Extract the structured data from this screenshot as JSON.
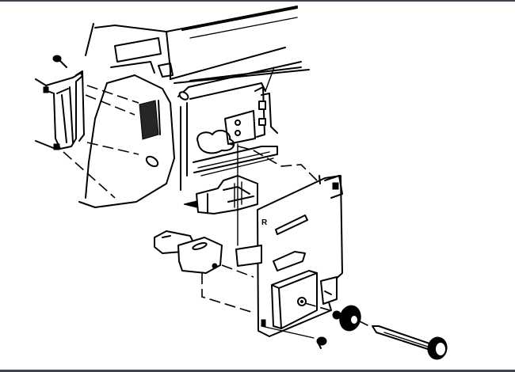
{
  "diagram": {
    "type": "exploded-view line drawing",
    "subject": "instrument panel switch / control assembly",
    "colors": {
      "line": "#000000",
      "background": "#ffffff",
      "border": "#3c4650"
    },
    "labels": {
      "plate_mark": "R"
    },
    "parts": [
      "instrument-panel-carrier",
      "side-bracket",
      "bracket-screw",
      "switch-housing",
      "wiring-connector",
      "mounting-plate",
      "control-module",
      "knob",
      "shaft",
      "plate-screw"
    ]
  }
}
